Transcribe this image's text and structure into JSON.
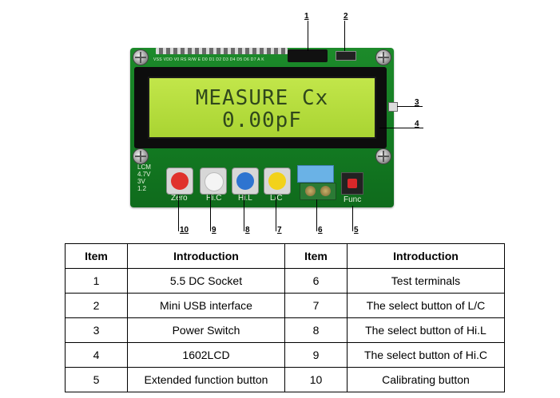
{
  "lcd": {
    "line1": "MEASURE Cx",
    "line2": "0.00pF"
  },
  "board": {
    "pin_labels": "VSS VDD V0 RS R/W E D0 D1 D2 D3 D4 D5 D6 D7 A K",
    "side_silk": [
      "LCM",
      "4.7V",
      "3V",
      "1.2"
    ],
    "button_labels": [
      "Zero",
      "Hi.C",
      "Hi.L",
      "L/C",
      "Func"
    ]
  },
  "callouts": [
    "1",
    "2",
    "3",
    "4",
    "5",
    "6",
    "7",
    "8",
    "9",
    "10"
  ],
  "table": {
    "headers": [
      "Item",
      "Introduction",
      "Item",
      "Introduction"
    ],
    "rows": [
      [
        "1",
        "5.5 DC Socket",
        "6",
        "Test terminals"
      ],
      [
        "2",
        "Mini USB interface",
        "7",
        "The select button of L/C"
      ],
      [
        "3",
        "Power Switch",
        "8",
        "The select button of Hi.L"
      ],
      [
        "4",
        "1602LCD",
        "9",
        "The select button of Hi.C"
      ],
      [
        "5",
        "Extended function button",
        "10",
        "Calibrating button"
      ]
    ]
  },
  "colors": {
    "pcb": "#137a22",
    "lcd_backlight": "#b4dc3c",
    "button_red": "#e0322c",
    "button_white": "#f4f4f4",
    "button_blue": "#2e74d0",
    "button_yellow": "#f2d21a"
  }
}
